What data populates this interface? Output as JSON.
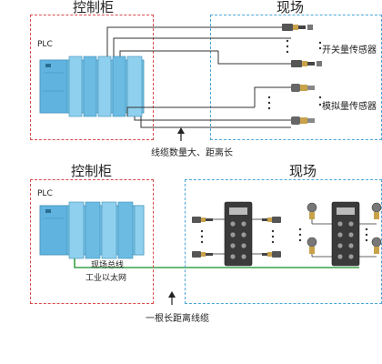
{
  "top": {
    "cabinet_title": "控制柜",
    "field_title": "现场",
    "plc_label": "PLC",
    "switch_sensor_label": "开关量传感器",
    "analog_sensor_label": "模拟量传感器",
    "caption": "线缆数量大、距离长"
  },
  "bottom": {
    "cabinet_title": "控制柜",
    "field_title": "现场",
    "plc_label": "PLC",
    "bus_label_line1": "现场总线",
    "bus_label_line2": "工业以太网",
    "caption": "一根长距离线缆"
  },
  "colors": {
    "cabinet_border": "#d84a4a",
    "field_border": "#4aa6d8",
    "bus_line": "#3aa14a",
    "plc_body": "#5fb3de"
  }
}
